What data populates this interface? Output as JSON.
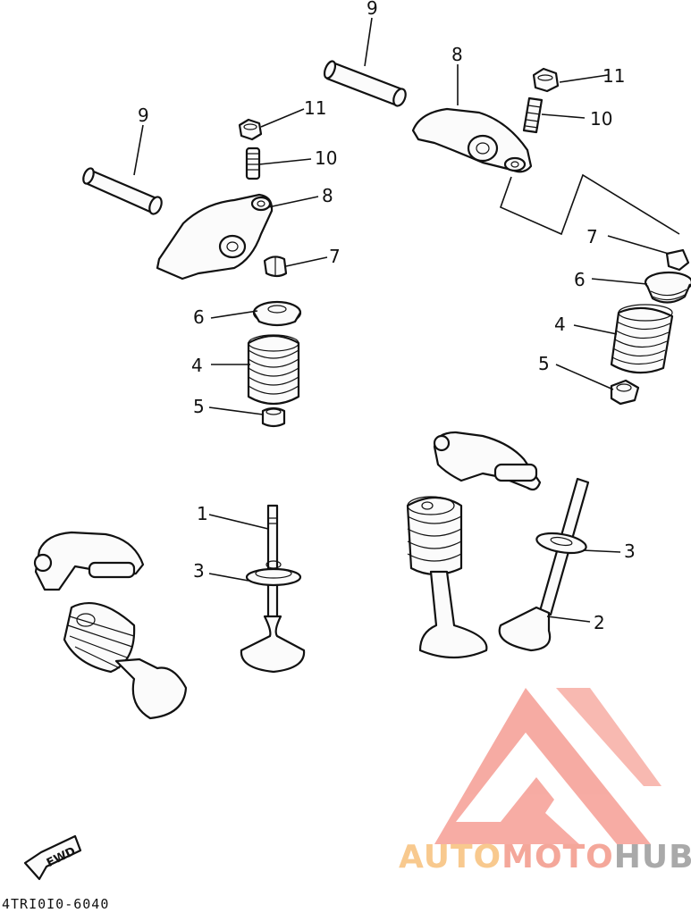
{
  "callouts": {
    "l_9a": "9",
    "l_8a": "8",
    "l_11a": "11",
    "l_10a": "10",
    "l_9b": "9",
    "l_11b": "11",
    "l_10b": "10",
    "l_8b": "8",
    "l_7b": "7",
    "l_6b": "6",
    "l_4b": "4",
    "l_5b": "5",
    "l_7a": "7",
    "l_6a": "6",
    "l_4a": "4",
    "l_5a": "5",
    "l_1": "1",
    "l_3a": "3",
    "l_3b": "3",
    "l_2": "2"
  },
  "diagram_code": "4TRI0I0-6040",
  "fwd_label": "FWD",
  "logo": {
    "part1": "AUTO",
    "part2": "MOTO",
    "part3": "HUB"
  },
  "colors": {
    "logo_triangle": "#f6a39a",
    "logo_auto": "#f8c98e",
    "logo_moto": "#f4a79a",
    "logo_hub": "#a9a9a9",
    "line_art": "#111111"
  }
}
